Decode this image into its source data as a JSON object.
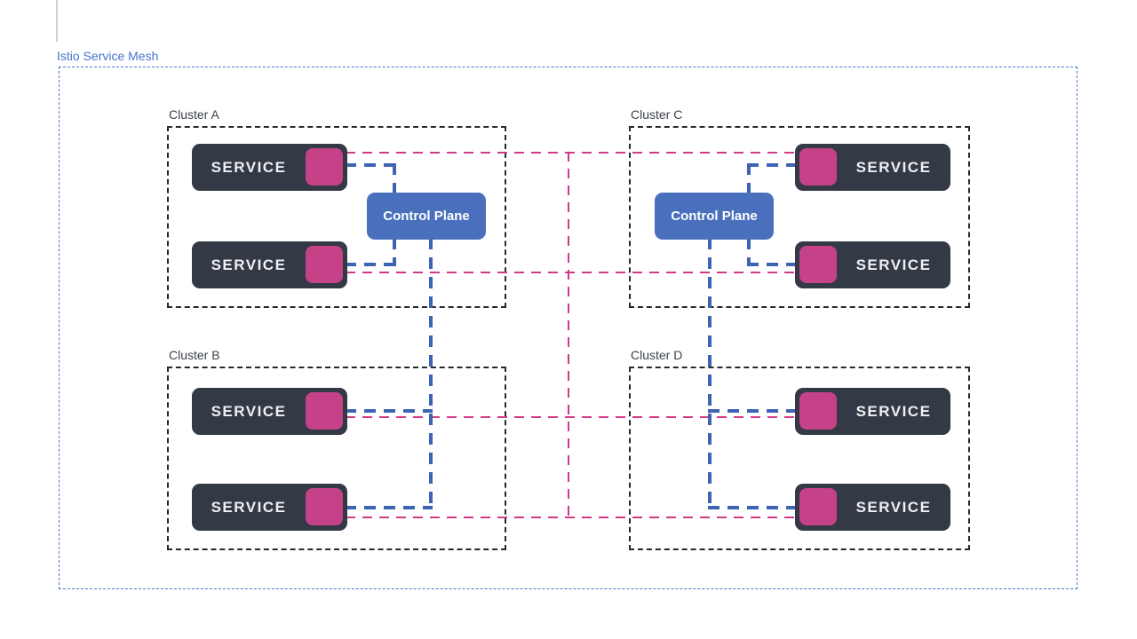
{
  "title": "Istio Service Mesh",
  "labels": {
    "service": "SERVICE",
    "control_plane": "Control Plane"
  },
  "clusters": [
    {
      "id": "A",
      "label": "Cluster A",
      "service_count": 2,
      "has_control_plane": true
    },
    {
      "id": "B",
      "label": "Cluster B",
      "service_count": 2,
      "has_control_plane": false
    },
    {
      "id": "C",
      "label": "Cluster C",
      "service_count": 2,
      "has_control_plane": true
    },
    {
      "id": "D",
      "label": "Cluster D",
      "service_count": 2,
      "has_control_plane": false
    }
  ],
  "connections": {
    "blue_control_links": [
      {
        "from": "control-plane-a",
        "to": "service-a1"
      },
      {
        "from": "control-plane-a",
        "to": "service-a2"
      },
      {
        "from": "control-plane-a",
        "to": "service-b1"
      },
      {
        "from": "control-plane-a",
        "to": "service-b2"
      },
      {
        "from": "control-plane-c",
        "to": "service-c1"
      },
      {
        "from": "control-plane-c",
        "to": "service-c2"
      },
      {
        "from": "control-plane-c",
        "to": "service-d1"
      },
      {
        "from": "control-plane-c",
        "to": "service-d2"
      }
    ],
    "pink_service_links": [
      {
        "from": "service-a1",
        "to": "service-c1"
      },
      {
        "from": "service-a2",
        "to": "service-c2"
      },
      {
        "from": "service-b1",
        "to": "service-d1"
      },
      {
        "from": "service-b2",
        "to": "service-d2"
      },
      {
        "from": "row-a1-c1",
        "to": "row-b2-d2",
        "type": "vertical-trunk"
      }
    ]
  },
  "colors": {
    "mesh_border": "#4b78ca",
    "mesh_title": "#4573c8",
    "cluster_border": "#24292f",
    "label_text": "#3b4148",
    "service_bg": "#333a46",
    "service_text": "#eef0f2",
    "sidecar": "#c64288",
    "cp_bg": "#4a70bd",
    "cp_text": "#ffffff",
    "blue_line": "#3d63b3",
    "pink_line": "#cf3a86",
    "artifact": "#ccd1d7"
  }
}
